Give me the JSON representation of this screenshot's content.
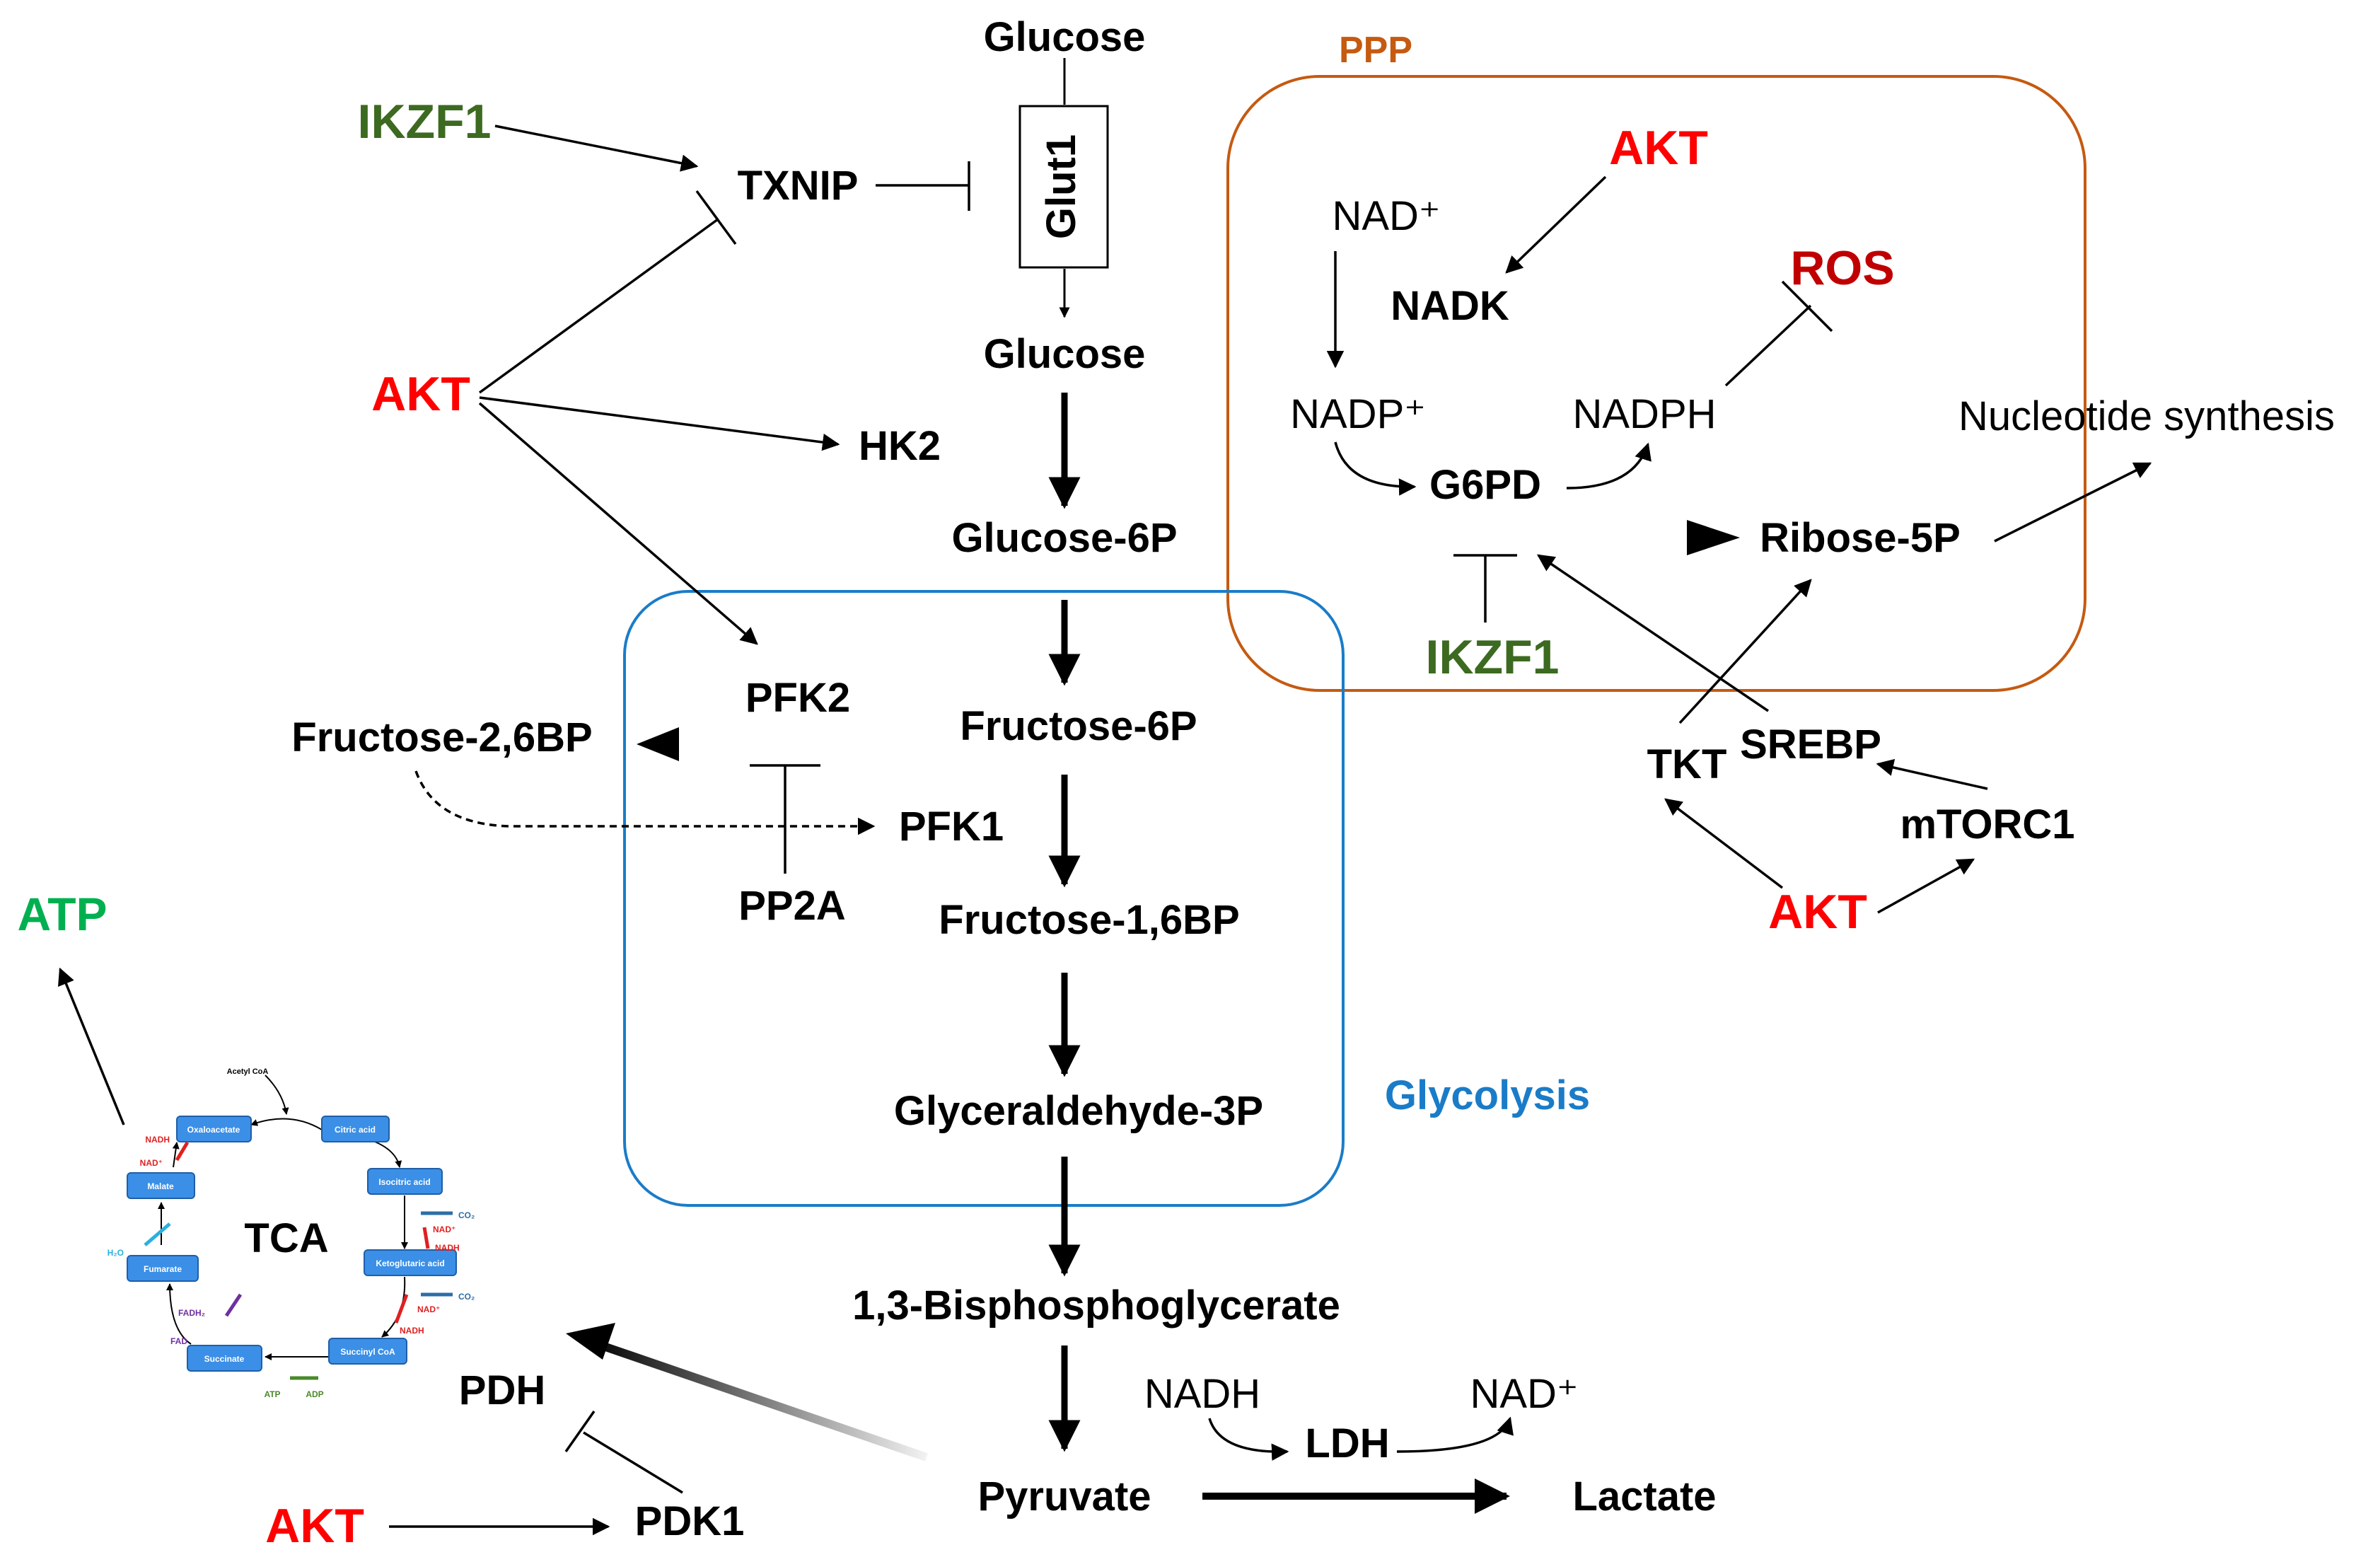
{
  "colors": {
    "red": "#ff0000",
    "darkred": "#c00000",
    "green": "#3c6a20",
    "brightgreen": "#00b050",
    "blue": "#1a7cc8",
    "orange": "#c55a11",
    "black": "#000000",
    "tca_box": "#3b8fe6"
  },
  "labels": {
    "glucose_top": "Glucose",
    "glut1": "Glut1",
    "glucose": "Glucose",
    "glucose_6p": "Glucose-6P",
    "fructose_6p": "Fructose-6P",
    "fructose_16bp": "Fructose-1,6BP",
    "g3p": "Glyceraldehyde-3P",
    "bpg": "1,3-Bisphosphoglycerate",
    "pyruvate": "Pyruvate",
    "lactate": "Lactate",
    "ldh": "LDH",
    "nadh_ldh": "NADH",
    "nad_ldh": "NAD⁺",
    "pdh": "PDH",
    "pdk1": "PDK1",
    "akt_pdk1": "AKT",
    "ikzf1_top": "IKZF1",
    "txnip": "TXNIP",
    "akt_left": "AKT",
    "hk2": "HK2",
    "pfk2": "PFK2",
    "fructose_26bp": "Fructose-2,6BP",
    "pfk1": "PFK1",
    "pp2a": "PP2A",
    "glycolysis": "Glycolysis",
    "ppp": "PPP",
    "akt_ppp": "AKT",
    "nad_ppp": "NAD⁺",
    "nadk": "NADK",
    "ros": "ROS",
    "nadp": "NADP⁺",
    "nadph": "NADPH",
    "g6pd": "G6PD",
    "nucleotide": "Nucleotide synthesis",
    "ribose_5p": "Ribose-5P",
    "ikzf1_ppp": "IKZF1",
    "tkt": "TKT",
    "srebp": "SREBP",
    "mtorc1": "mTORC1",
    "akt_right": "AKT",
    "atp": "ATP",
    "tca": "TCA"
  },
  "tca": {
    "acetyl": "Acetyl CoA",
    "boxes": [
      "Oxaloacetate",
      "Citric acid",
      "Isocitric acid",
      "Ketoglutaric acid",
      "Succinyl CoA",
      "Succinate",
      "Fumarate",
      "Malate"
    ],
    "co2_a": "CO₂",
    "co2_b": "CO₂",
    "nad_a": "NAD⁺",
    "nadh_a": "NADH",
    "nad_b": "NAD⁺",
    "nadh_b": "NADH",
    "atp": "ATP",
    "adp": "ADP",
    "fad": "FAD",
    "fadh2": "FADH₂",
    "h2o": "H₂O",
    "nad_c": "NAD⁺",
    "nadh_c": "NADH"
  }
}
